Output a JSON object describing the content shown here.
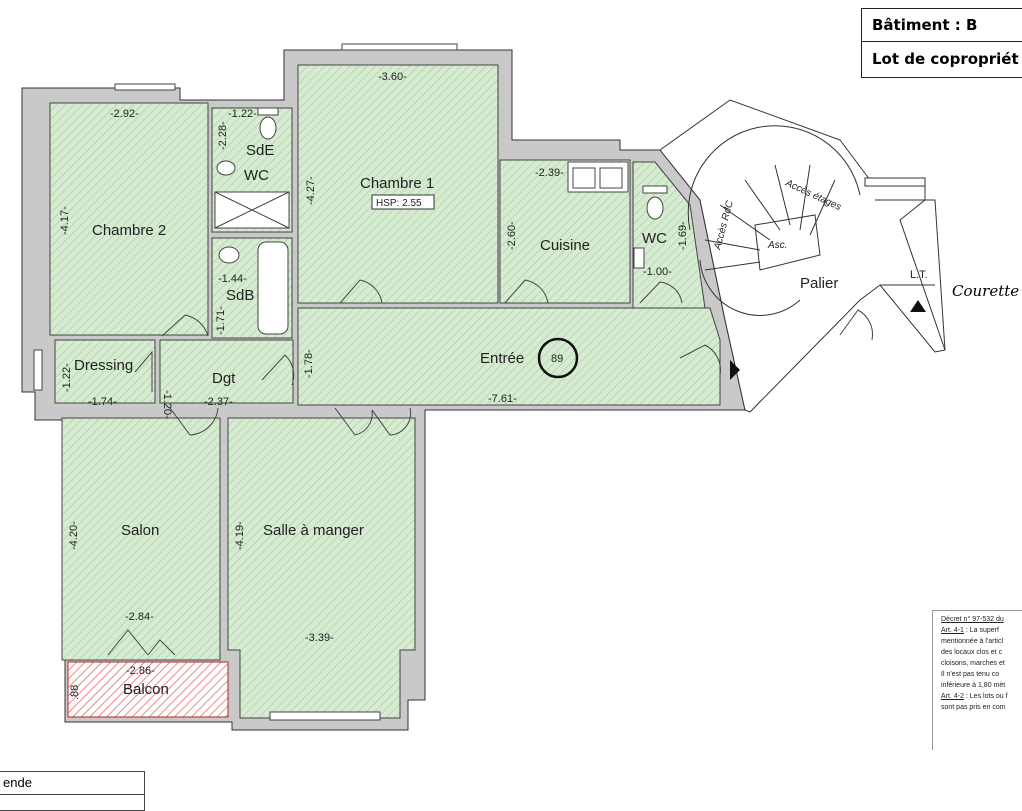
{
  "header": {
    "batiment": "Bâtiment : B",
    "lot": "Lot de copropriét"
  },
  "rooms": {
    "chambre2": "Chambre 2",
    "sde": "SdE",
    "wc1": "WC",
    "sdb": "SdB",
    "chambre1": "Chambre 1",
    "hsp": "HSP:  2.55",
    "cuisine": "Cuisine",
    "wc2": "WC",
    "dressing": "Dressing",
    "dgt": "Dgt",
    "entree": "Entrée",
    "lot_number": "89",
    "salon": "Salon",
    "salle_a_manger": "Salle à manger",
    "balcon": "Balcon",
    "palier": "Palier",
    "lt": "L.T.",
    "asc": "Asc.",
    "acces_rdc": "Accès RdC",
    "acces_etages": "Accès étages",
    "courette": "Courette"
  },
  "dimensions": {
    "ch2_w": "-2.92-",
    "ch2_h": "-4.17-",
    "sde_w": "-1.22-",
    "sde_h": "-2.28-",
    "sdb_w": "-1.44-",
    "sdb_h": "-1.71-",
    "ch1_w": "-3.60-",
    "ch1_h": "-4.27-",
    "cuis_w": "-2.39-",
    "cuis_h": "-2.60-",
    "wc2_w": "-1.00-",
    "wc2_h": "-1.69-",
    "dress_h": "-1.22-",
    "dress_w": "-1.74-",
    "dress_d": "-1.20-",
    "dgt_w": "-2.37-",
    "entree_h": "-1.78-",
    "entree_w": "-7.61-",
    "salon_h": "-4.20-",
    "salon_w": "-2.84-",
    "sam_h": "-4.19-",
    "sam_w": "-3.39-",
    "balcon_w": "-2.86-",
    "balcon_h": ".88"
  },
  "decret": {
    "title": "Décret n° 97-532 du",
    "line1_art": "Art. 4-1",
    "line1": " : La superf",
    "line2": "mentionnée à l'articl",
    "line3": "des locaux clos et c",
    "line4": "cloisons, marches et",
    "line5": "Il n'est pas tenu co",
    "line6": "inférieure à 1,80 mèt",
    "line7_art": "Art. 4-2",
    "line7": " : Les lots ou f",
    "line8": "sont pas pris en com"
  },
  "legend": {
    "title": "ende"
  },
  "colors": {
    "room_fill": "#d4ead1",
    "hatch": "#a9cfa3",
    "wall": "#c8c8c8",
    "balcon_hatch": "#e05a5a"
  }
}
